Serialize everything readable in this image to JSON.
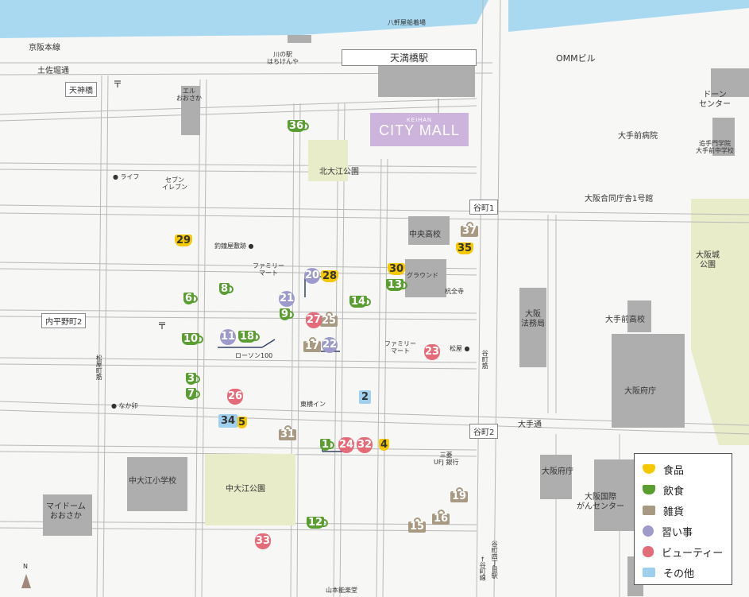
{
  "places": {
    "harbor": "八軒屋船着場",
    "keihan_line": "京阪本線",
    "tosabori": "土佐堀通",
    "tenjinbashi": "天神橋",
    "kawanoeki": "川の駅\nはちけんや",
    "tenmabashi_station": "天満橋駅",
    "omm": "OMMビル",
    "dawn_center": "ドーン\nセンター",
    "el_osaka": "エル\nおおさか",
    "mall_small": "KEIHAN",
    "mall_name": "CITY MALL",
    "otemae_hospital": "大手前病院",
    "otemon": "追手門学院\n大手前中学校",
    "kitaoe_park": "北大江公園",
    "life": "ライフ",
    "seven": "セブン\nイレブン",
    "godo_chosha": "大阪合同庁舎1号館",
    "tanimachi1": "谷町1",
    "chuo_hs": "中央高校",
    "osakajo_park": "大阪城\n公園",
    "kagiya": "釣鐘屋敷跡",
    "familymart1": "ファミリー\nマート",
    "ground": "グラウンド",
    "fukushoji": "杭全寺",
    "uchihiranomachi2": "内平野町2",
    "homukyoku": "大阪\n法務局",
    "otemae_hs": "大手前高校",
    "lawson": "ローソン100",
    "familymart2": "ファミリー\nマート",
    "matsuya": "松屋",
    "tanimachisuji": "谷町筋",
    "matsuyamachisuji": "松屋町筋",
    "prefecture": "大阪府庁",
    "nakau": "なか卯",
    "toyoko": "東横イン",
    "tanimachi2": "谷町2",
    "otedori": "大手通",
    "mufg": "三菱\nUFJ 銀行",
    "nakaoe_es": "中大江小学校",
    "nakaoe_park": "中大江公園",
    "prefecture2": "大阪府庁",
    "cancer_center": "大阪国際\nがんセンター",
    "mydome": "マイドーム\nおおさか",
    "yamamoto": "山本能楽堂",
    "tanimachi_line": "←谷町線",
    "tanimachi4": "谷町四丁目駅",
    "north": "N"
  },
  "legend": {
    "food": "食品",
    "drink": "飲食",
    "goods": "雑貨",
    "lesson": "習い事",
    "beauty": "ビューティー",
    "other": "その他"
  },
  "colors": {
    "food": "#f5c800",
    "drink": "#5a9e32",
    "goods": "#a89a82",
    "lesson": "#9d9bcb",
    "beauty": "#e56b78",
    "other": "#9fd0ef"
  },
  "markers": {
    "m1": "1",
    "m2": "2",
    "m3": "3",
    "m4": "4",
    "m5": "5",
    "m6": "6",
    "m7": "7",
    "m8": "8",
    "m9": "9",
    "m10": "10",
    "m11": "11",
    "m12": "12",
    "m13": "13",
    "m14": "14",
    "m15": "15",
    "m16": "16",
    "m17": "17",
    "m18": "18",
    "m19": "19",
    "m20": "20",
    "m21": "21",
    "m22": "22",
    "m23": "23",
    "m24": "24",
    "m25": "25",
    "m26": "26",
    "m27": "27",
    "m28": "28",
    "m29": "29",
    "m30": "30",
    "m31": "31",
    "m32": "32",
    "m33": "33",
    "m34": "34",
    "m35": "35",
    "m36": "36",
    "m37": "37"
  }
}
